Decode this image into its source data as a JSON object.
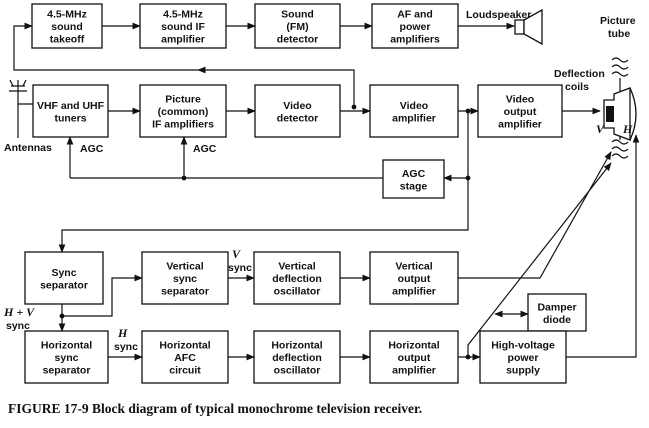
{
  "blocks": {
    "sound_takeoff": [
      "4.5-MHz",
      "sound",
      "takeoff"
    ],
    "sound_if": [
      "4.5-MHz",
      "sound IF",
      "amplifier"
    ],
    "fm_detector": [
      "Sound",
      "(FM)",
      "detector"
    ],
    "af_amps": [
      "AF and",
      "power",
      "amplifiers"
    ],
    "tuners": [
      "VHF and UHF",
      "tuners"
    ],
    "picture_if": [
      "Picture",
      "(common)",
      "IF amplifiers"
    ],
    "video_detector": [
      "Video",
      "detector"
    ],
    "video_amp": [
      "Video",
      "amplifier"
    ],
    "video_output": [
      "Video",
      "output",
      "amplifier"
    ],
    "agc_stage": [
      "AGC",
      "stage"
    ],
    "sync_separator": [
      "Sync",
      "separator"
    ],
    "vertical_sync": [
      "Vertical",
      "sync",
      "separator"
    ],
    "vertical_osc": [
      "Vertical",
      "deflection",
      "oscillator"
    ],
    "vertical_out": [
      "Vertical",
      "output",
      "amplifier"
    ],
    "damper": [
      "Damper",
      "diode"
    ],
    "horizontal_sync": [
      "Horizontal",
      "sync",
      "separator"
    ],
    "horizontal_afc": [
      "Horizontal",
      "AFC",
      "circuit"
    ],
    "horizontal_osc": [
      "Horizontal",
      "deflection",
      "oscillator"
    ],
    "horizontal_out": [
      "Horizontal",
      "output",
      "amplifier"
    ],
    "hv_supply": [
      "High-voltage",
      "power",
      "supply"
    ]
  },
  "labels": {
    "loudspeaker": "Loudspeaker",
    "picture_tube": [
      "Picture",
      "tube"
    ],
    "deflection_coils": [
      "Deflection",
      "coils"
    ],
    "antennas": "Antennas",
    "agc_tuners": "AGC",
    "agc_if": "AGC",
    "v_coil": "V",
    "h_coil": "H",
    "v_sync_italic": "V",
    "v_sync_word": "sync",
    "h_sync_italic": "H",
    "h_sync_word": "sync",
    "hv_sync_italic": "H + V",
    "hv_sync_word": "sync"
  },
  "caption": "FIGURE 17-9  Block diagram of typical monochrome television receiver."
}
